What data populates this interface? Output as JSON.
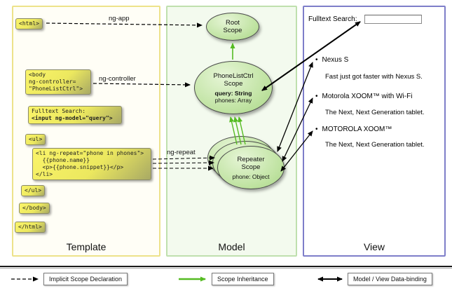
{
  "columns": {
    "template": "Template",
    "model": "Model",
    "view": "View"
  },
  "code": {
    "html_open": "<html>",
    "body_l1": "<body",
    "body_l2": "ng-controller=",
    "body_l3": "\"PhoneListCtrl\">",
    "search_l1": "Fulltext Search:",
    "search_l2": "<input ng-model=\"query\">",
    "ul_open": "<ul>",
    "li_l1": "<li ng-repeat=\"phone in phones\">",
    "li_l2": "  {{phone.name}}",
    "li_l3": "  <p>{{phone.snippet}}</p>",
    "li_l4": "</li>",
    "ul_close": "</ul>",
    "body_close": "</body>",
    "html_close": "</html>"
  },
  "arrows": {
    "ng_app": "ng-app",
    "ng_controller": "ng-controller",
    "ng_repeat": "ng-repeat"
  },
  "model": {
    "root": {
      "l1": "Root",
      "l2": "Scope"
    },
    "phonelist": {
      "l1": "PhoneListCtrl",
      "l2": "Scope",
      "query": "query: String",
      "phones": "phones: Array"
    },
    "repeater": {
      "l1": "Repeater",
      "l2": "Scope",
      "phone": "phone: Object"
    }
  },
  "view": {
    "search_label": "Fulltext Search:",
    "bullet": "•",
    "items": [
      {
        "title": "Nexus S",
        "desc": "Fast just got faster with Nexus S."
      },
      {
        "title": "Motorola XOOM™ with Wi-Fi",
        "desc": "The Next, Next Generation tablet."
      },
      {
        "title": "MOTOROLA XOOM™",
        "desc": "The Next, Next Generation tablet."
      }
    ]
  },
  "legend": {
    "implicit": "Implicit Scope Declaration",
    "inheritance": "Scope Inheritance",
    "binding": "Model / View Data-binding"
  }
}
